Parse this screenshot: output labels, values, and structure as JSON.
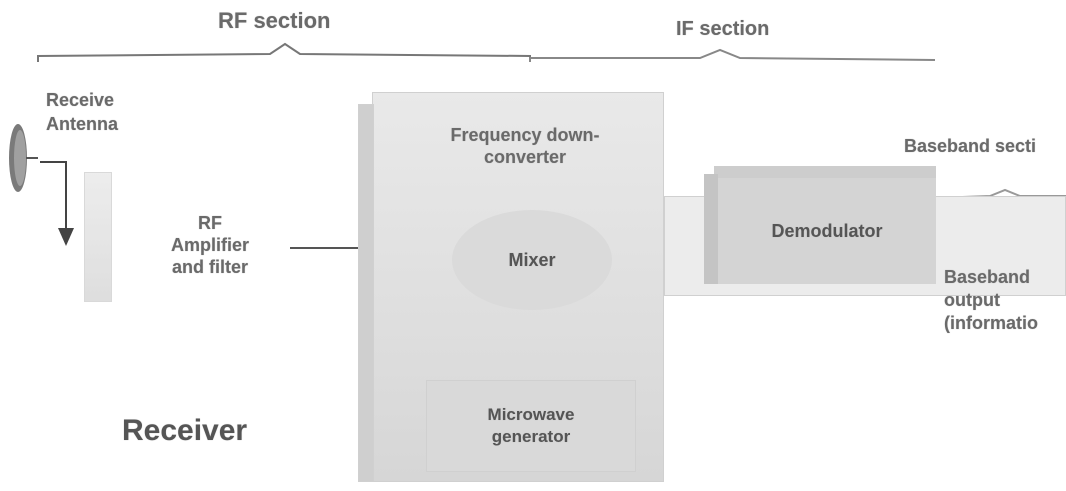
{
  "sections": {
    "rf": "RF section",
    "if": "IF section",
    "baseband": "Baseband secti"
  },
  "antenna": {
    "label_line1": "Receive",
    "label_line2": "Antenna"
  },
  "rf_amp": {
    "line1": "RF",
    "line2": "Amplifier",
    "line3": "and filter"
  },
  "converter": {
    "line1": "Frequency down-",
    "line2": "converter"
  },
  "mixer": {
    "label": "Mixer"
  },
  "microwave": {
    "line1": "Microwave",
    "line2": "generator"
  },
  "demodulator": {
    "label": "Demodulator"
  },
  "output": {
    "line1": "Baseband",
    "line2": "output",
    "line3": "(informatio"
  },
  "receiver": {
    "label": "Receiver"
  }
}
